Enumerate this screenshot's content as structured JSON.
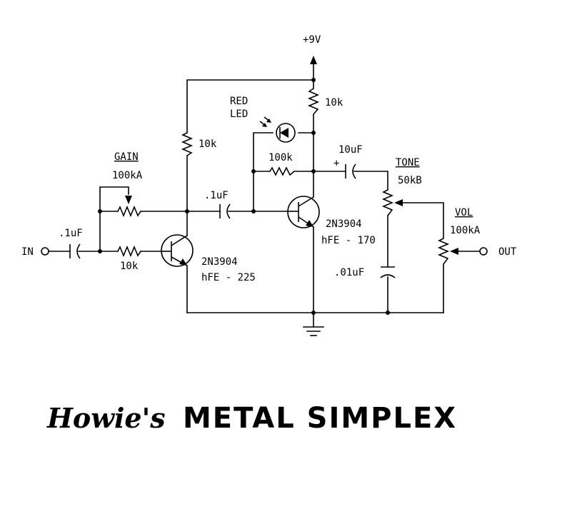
{
  "labels": {
    "supply": "+9V",
    "input": "IN",
    "output": "OUT",
    "c_in": ".1uF",
    "r_in": "10k",
    "gain_title": "GAIN",
    "gain_value": "100kA",
    "r_c1": "10k",
    "c_coupling": ".1uF",
    "q1_part": "2N3904",
    "q1_hfe": "hFE - 225",
    "led_line1": "RED",
    "led_line2": "LED",
    "r_feedback": "100k",
    "r_c2": "10k",
    "q2_part": "2N3904",
    "q2_hfe": "hFE - 170",
    "c_out": "10uF",
    "c_out_polarity": "+",
    "tone_title": "TONE",
    "tone_value": "50kB",
    "c_tone": ".01uF",
    "vol_title": "VOL",
    "vol_value": "100kA"
  },
  "title": {
    "brand": "Howie's",
    "name": "METAL SIMPLEX"
  }
}
